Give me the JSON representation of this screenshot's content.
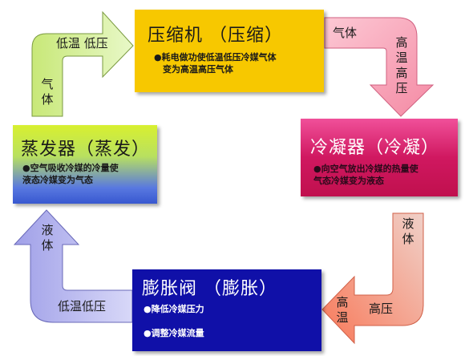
{
  "compressor": {
    "title": "压缩机  （压缩）",
    "desc": "●耗电做功使低温低压冷媒气体",
    "desc2": "变为高温高压气体"
  },
  "condenser": {
    "title": "冷凝器（冷凝）",
    "desc": "●向空气放出冷媒的热量使",
    "desc2": "气态冷媒变为液态"
  },
  "valve": {
    "title": "膨胀阀 （膨胀）",
    "desc1": "●降低冷媒压力",
    "desc2": "●调整冷媒流量"
  },
  "evaporator": {
    "title": "蒸发器（蒸发）",
    "desc": "●空气吸收冷媒的冷量使",
    "desc2": "液态冷媒变为气态"
  },
  "arrow_labels": {
    "top_left_h": "低温 低压",
    "top_left_v": "气体",
    "top_right_h": "气体",
    "top_right_v": "高温高压",
    "bottom_right_v": "液体",
    "bottom_right_h": "高压",
    "bottom_right_v2": "高温",
    "bottom_left_v": "液体",
    "bottom_left_h": "低温低压"
  },
  "colors": {
    "compressor": "#f7c800",
    "condenser": "#d01860",
    "valve": "#1010a8",
    "evaporator_top": "#d8f030",
    "evaporator_bottom": "#3858d0",
    "arrow_green": "#d4ec94",
    "arrow_pink": "#f8a8b8",
    "arrow_salmon": "#f89880",
    "arrow_lavender": "#b8b8f0"
  }
}
